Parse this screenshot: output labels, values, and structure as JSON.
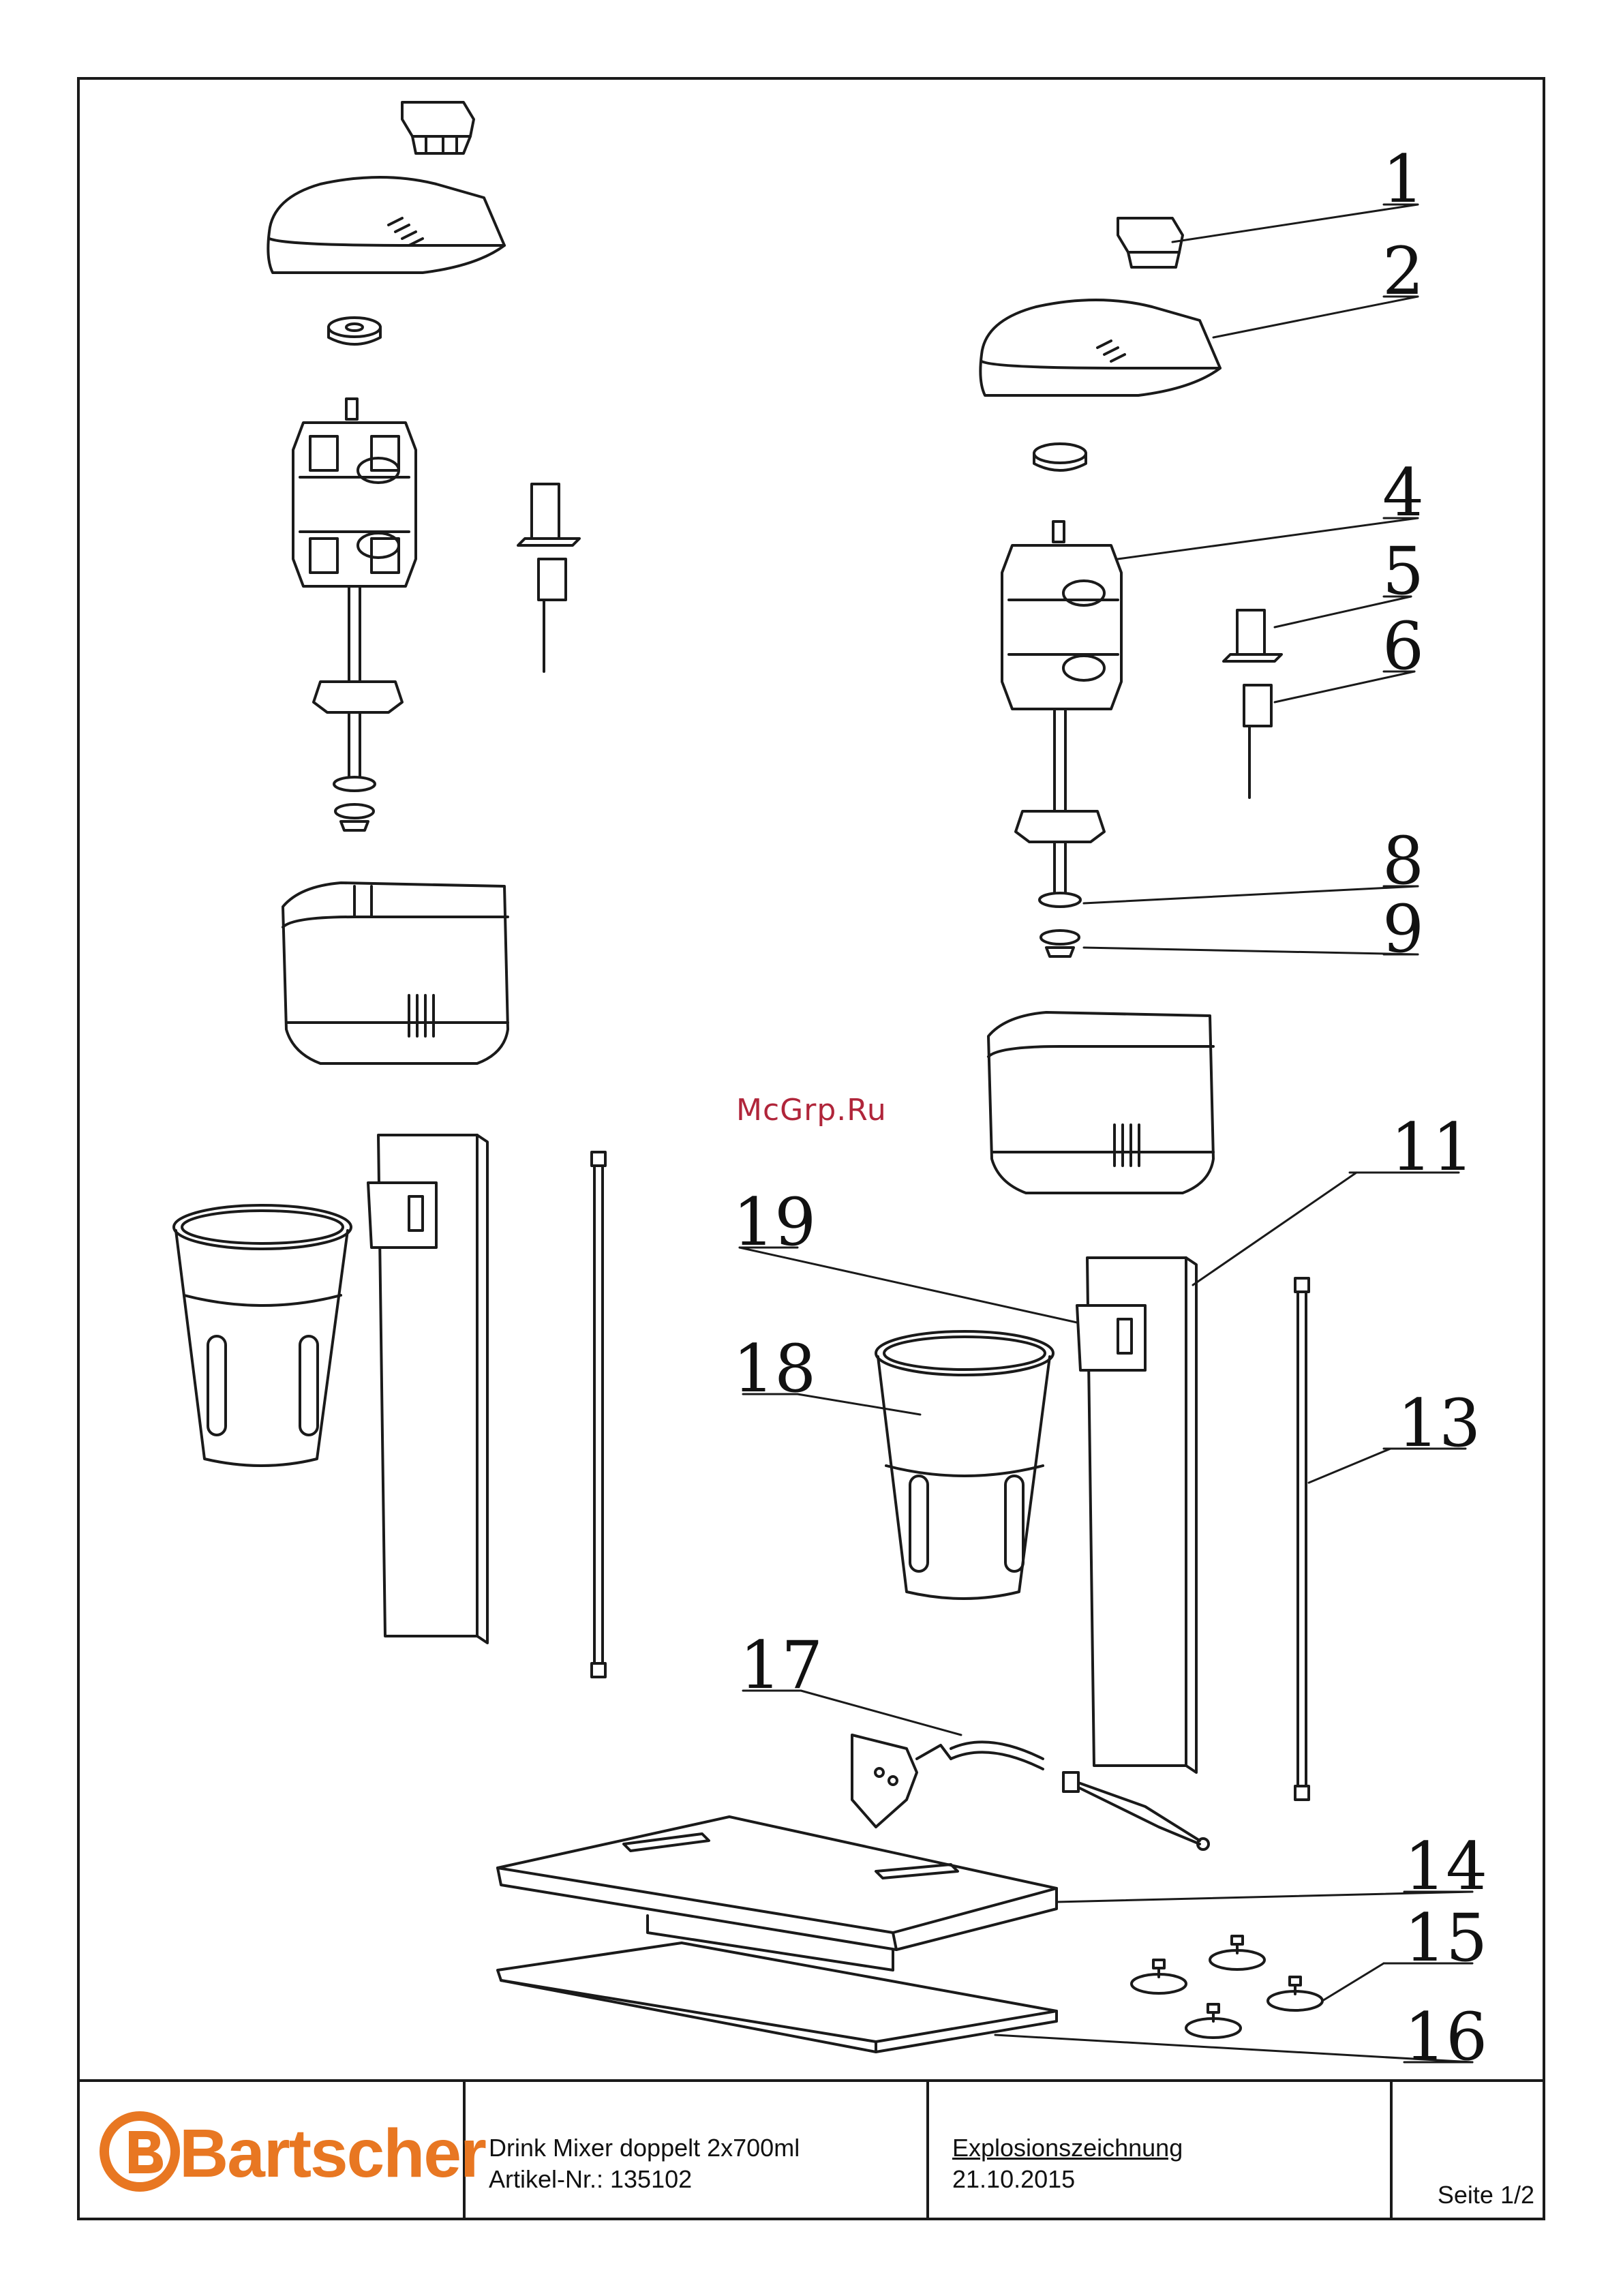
{
  "drawing": {
    "callouts": [
      "1",
      "2",
      "4",
      "5",
      "6",
      "8",
      "9",
      "11",
      "13",
      "14",
      "15",
      "16",
      "17",
      "18",
      "19"
    ]
  },
  "watermark": "McGrp.Ru",
  "title_block": {
    "brand": "Bartscher",
    "brand_color": "#e87722",
    "product": "Drink Mixer doppelt 2x700ml",
    "article": "Artikel-Nr.: 135102",
    "doc_type": "Explosionszeichnung",
    "date": "21.10.2015",
    "page": "Seite 1/2"
  }
}
